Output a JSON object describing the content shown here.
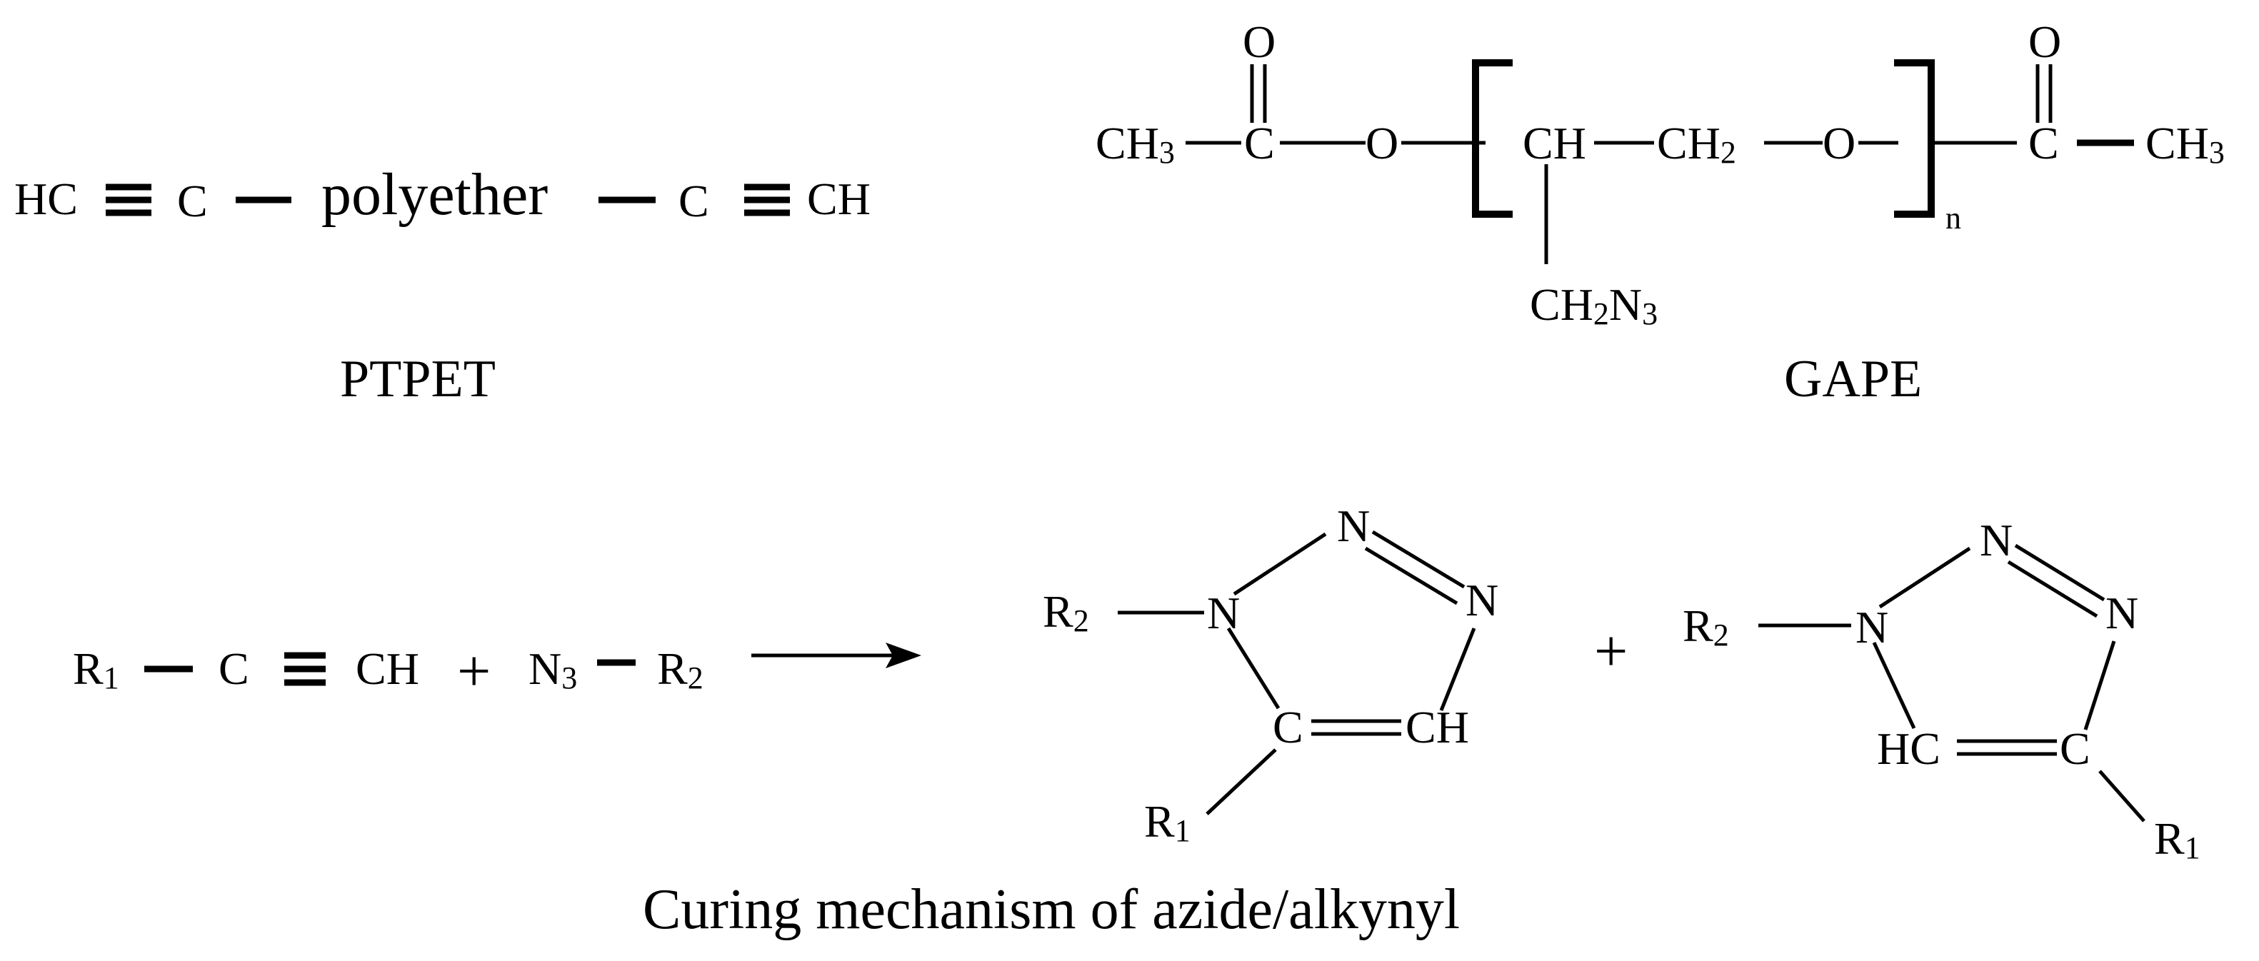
{
  "ptpet": {
    "formula": {
      "hc": "HC",
      "c1": "C",
      "polyether": "polyether",
      "c2": "C",
      "ch": "CH"
    },
    "label": "PTPET"
  },
  "gape": {
    "formula": {
      "o_top1": "O",
      "ch3_left": "CH",
      "ch3_left_sub": "3",
      "c_left": "C",
      "o_ester_left": "O",
      "ch": "CH",
      "ch2": "CH",
      "ch2_sub": "2",
      "o_chain": "O",
      "n_repeat": "n",
      "c_right": "C",
      "o_top2": "O",
      "ch3_right": "CH",
      "ch3_right_sub": "3",
      "side_ch2": "CH",
      "side_ch2_sub": "2",
      "side_n": "N",
      "side_n_sub": "3"
    },
    "label": "GAPE"
  },
  "reaction": {
    "reactants": {
      "r1": "R",
      "r1_sub": "1",
      "c": "C",
      "ch": "CH",
      "plus": "+",
      "n3": "N",
      "n3_sub": "3",
      "r2": "R",
      "r2_sub": "2"
    },
    "product_a": {
      "r2": "R",
      "r2_sub": "2",
      "n1": "N",
      "n2": "N",
      "n3": "N",
      "c": "C",
      "ch": "CH",
      "r1": "R",
      "r1_sub": "1"
    },
    "plus": "+",
    "product_b": {
      "r2": "R",
      "r2_sub": "2",
      "n1": "N",
      "n2": "N",
      "n3": "N",
      "hc": "HC",
      "c": "C",
      "r1": "R",
      "r1_sub": "1"
    }
  },
  "caption": "Curing mechanism of azide/alkynyl"
}
